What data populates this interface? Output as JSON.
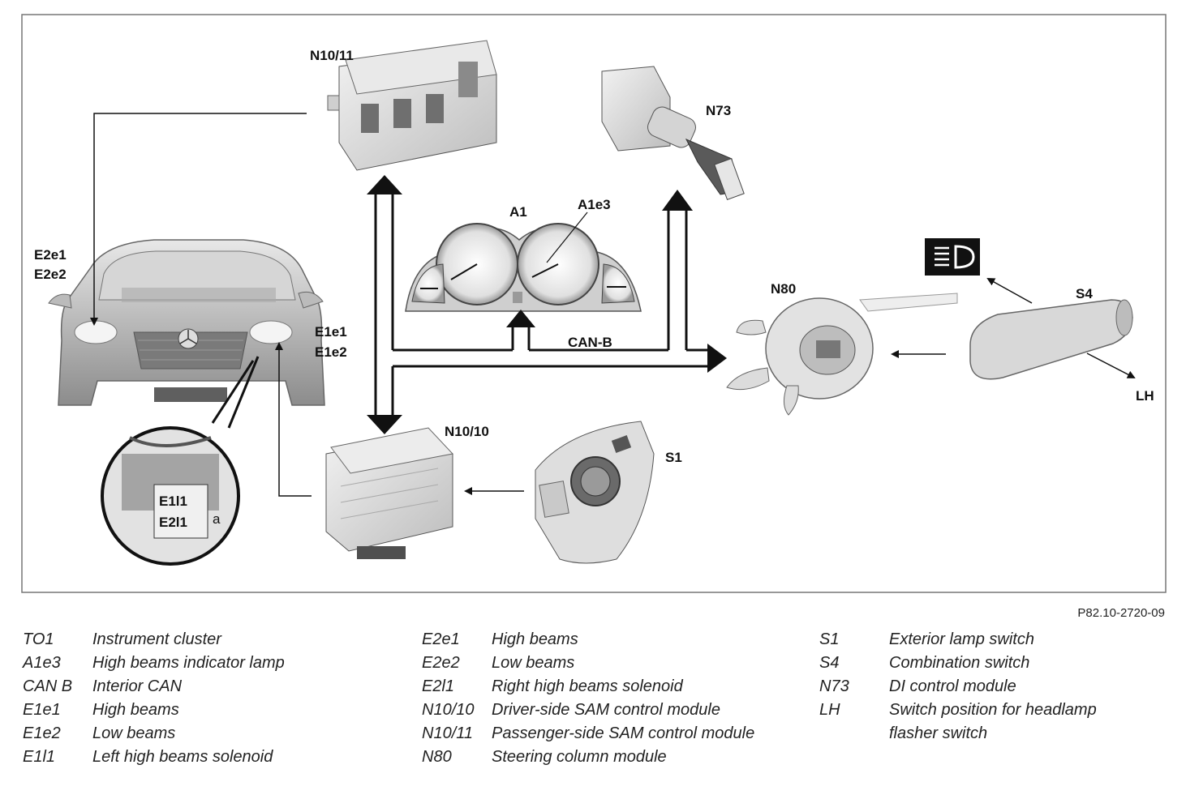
{
  "diagram": {
    "components": {
      "n10_11": "N10/11",
      "n73": "N73",
      "a1": "A1",
      "a1e3": "A1e3",
      "e2e1": "E2e1",
      "e2e2": "E2e2",
      "e1e1": "E1e1",
      "e1e2": "E1e2",
      "n80": "N80",
      "s4": "S4",
      "lh": "LH",
      "can_b": "CAN-B",
      "n10_10": "N10/10",
      "s1": "S1",
      "e1l1": "E1l1",
      "e2l1": "E2l1",
      "inset_a": "a"
    }
  },
  "figure_ref": "P82.10-2720-09",
  "legend": {
    "col1": [
      {
        "code": "TO1",
        "desc": "Instrument cluster"
      },
      {
        "code": "A1e3",
        "desc": "High beams indicator lamp"
      },
      {
        "code": "CAN B",
        "desc": "Interior CAN"
      },
      {
        "code": "E1e1",
        "desc": "High beams"
      },
      {
        "code": "E1e2",
        "desc": "Low beams"
      },
      {
        "code": "E1l1",
        "desc": "Left high beams solenoid"
      }
    ],
    "col2": [
      {
        "code": "E2e1",
        "desc": "High beams"
      },
      {
        "code": "E2e2",
        "desc": "Low beams"
      },
      {
        "code": "E2l1",
        "desc": "Right high beams solenoid"
      },
      {
        "code": "N10/10",
        "desc": "Driver-side SAM control module"
      },
      {
        "code": "N10/11",
        "desc": "Passenger-side SAM control module"
      },
      {
        "code": "N80",
        "desc": "Steering column module"
      }
    ],
    "col3": [
      {
        "code": "S1",
        "desc": "Exterior lamp switch"
      },
      {
        "code": "S4",
        "desc": "Combination switch"
      },
      {
        "code": "N73",
        "desc": "DI control module"
      },
      {
        "code": "LH",
        "desc": "Switch position for headlamp flasher switch"
      }
    ]
  }
}
